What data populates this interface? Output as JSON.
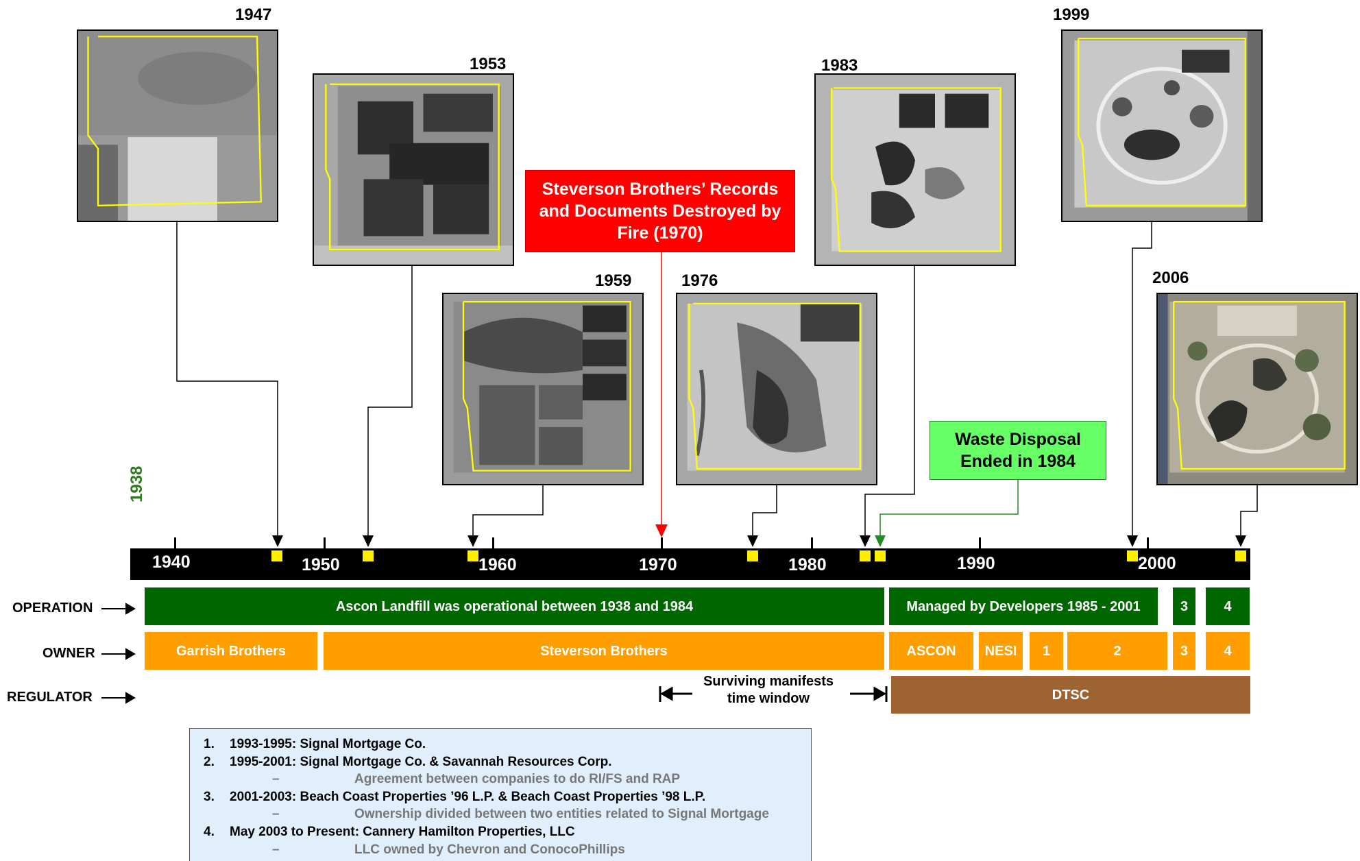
{
  "photos": [
    {
      "id": "p1947",
      "year": "1947"
    },
    {
      "id": "p1953",
      "year": "1953"
    },
    {
      "id": "p1959",
      "year": "1959"
    },
    {
      "id": "p1976",
      "year": "1976"
    },
    {
      "id": "p1983",
      "year": "1983"
    },
    {
      "id": "p1999",
      "year": "1999"
    },
    {
      "id": "p2006",
      "year": "2006"
    }
  ],
  "callouts": {
    "fire": "Steverson Brothers’ Records and Documents Destroyed by Fire (1970)",
    "waste": "Waste Disposal Ended in 1984"
  },
  "timeline": {
    "start_year": "1938",
    "tick_labels": [
      "1940",
      "1950",
      "1960",
      "1970",
      "1980",
      "1990",
      "2000"
    ],
    "marker_years": [
      1947,
      1953,
      1959,
      1976,
      1983,
      1984,
      1999,
      2006
    ]
  },
  "rows": {
    "operation_label": "OPERATION",
    "owner_label": "OWNER",
    "regulator_label": "REGULATOR",
    "operation": {
      "landfill": "Ascon Landfill was operational between 1938 and 1984",
      "developers": "Managed by Developers 1985 - 2001",
      "s3": "3",
      "s4": "4"
    },
    "owner": {
      "garrish": "Garrish Brothers",
      "steverson": "Steverson Brothers",
      "ascon": "ASCON",
      "nesi": "NESI",
      "s1": "1",
      "s2": "2",
      "s3": "3",
      "s4": "4"
    },
    "regulator": {
      "dtsc": "DTSC"
    }
  },
  "surviving_window": "Surviving manifests time window",
  "notes": [
    {
      "num": "1.",
      "text": "1993-1995: Signal Mortgage Co.",
      "sub": ""
    },
    {
      "num": "2.",
      "text": "1995-2001: Signal Mortgage Co. & Savannah Resources Corp.",
      "sub": "Agreement between companies to do RI/FS and RAP"
    },
    {
      "num": "3.",
      "text": "2001-2003: Beach Coast Properties ’96 L.P. & Beach Coast Properties ’98 L.P.",
      "sub": "Ownership divided between two entities related to Signal Mortgage"
    },
    {
      "num": "4.",
      "text": "May 2003 to Present: Cannery Hamilton Properties, LLC",
      "sub": "LLC owned by Chevron and ConocoPhillips"
    }
  ],
  "colors": {
    "operation": "#006600",
    "owner": "#ff9e00",
    "regulator": "#9e6332",
    "fire_callout": "#ff0000",
    "waste_callout": "#66ff66",
    "marker": "#ffee00",
    "site_boundary": "#ffff00"
  }
}
